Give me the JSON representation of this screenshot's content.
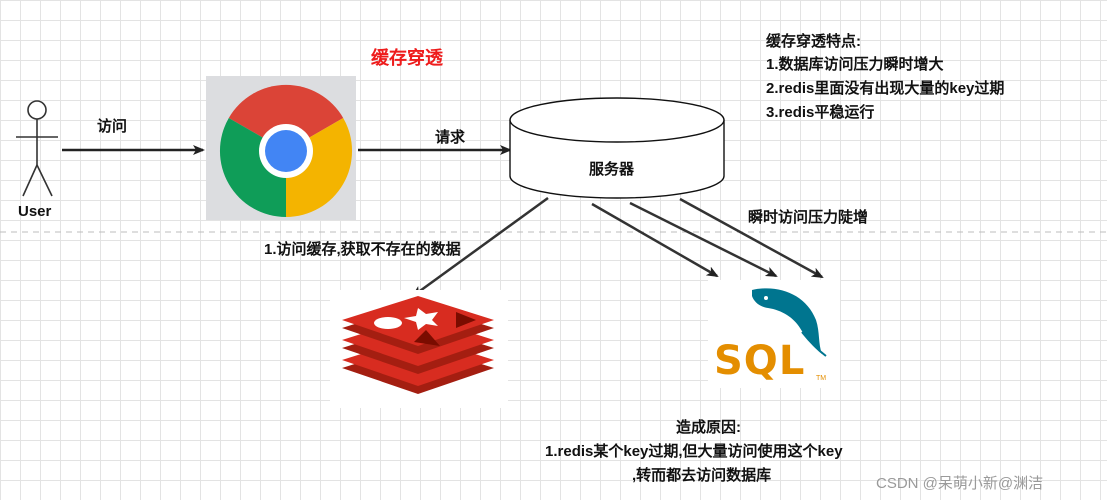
{
  "title": "缓存穿透",
  "user_label": "User",
  "edge_visit": "访问",
  "edge_request": "请求",
  "server_label": "服务器",
  "edge_cache": "1.访问缓存,获取不存在的数据",
  "edge_pressure": "瞬时访问压力陡增",
  "features": {
    "heading": "缓存穿透特点:",
    "items": [
      "1.数据库访问压力瞬时增大",
      "2.redis里面没有出现大量的key过期",
      "3.redis平稳运行"
    ]
  },
  "cause": {
    "heading": "造成原因:",
    "line1": "1.redis某个key过期,但大量访问使用这个key",
    "line2": ",转而都去访问数据库"
  },
  "mysql_text": "SQL",
  "mysql_tm": "TM",
  "watermark": "CSDN @呆萌小新@渊洁",
  "colors": {
    "title": "#ee1c1c",
    "chrome_red": "#db4437",
    "chrome_green": "#0f9d58",
    "chrome_yellow": "#f4b400",
    "chrome_blue": "#4285f4",
    "redis_red": "#d82c20",
    "mysql_orange": "#e48e00",
    "mysql_blue": "#00758f"
  }
}
